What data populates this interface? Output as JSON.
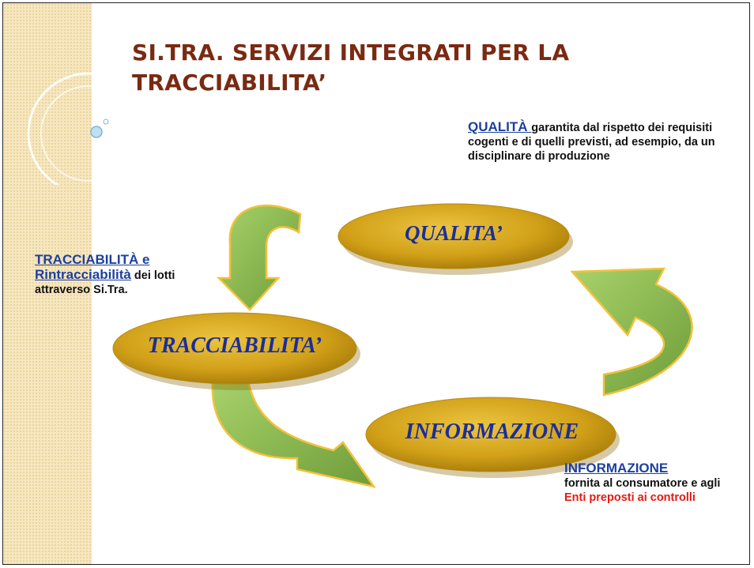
{
  "title": "SI.TRA. SERVIZI INTEGRATI PER LA TRACCIABILITA’",
  "colors": {
    "title": "#7a2a12",
    "ellipse_fill": "#d4a51a",
    "arrow_fill": "#8fbf4e",
    "ellipse_text": "#1a2e9a",
    "link": "#1c3fa0",
    "highlight": "#e31b12"
  },
  "ellipses": {
    "qualita": "QUALITA’",
    "tracciabilita": "TRACCIABILITA’",
    "informazione": "INFORMAZIONE"
  },
  "notes": {
    "qualita": {
      "link": "QUALITÀ ",
      "text": "garantita dal rispetto dei requisiti cogenti e di quelli previsti, ad esempio, da un disciplinare di produzione"
    },
    "tracciabilita": {
      "link1": "TRACCIABILITÀ e",
      "link2": "Rintracciabilità",
      "text": "dei lotti attraverso Si.Tra."
    },
    "informazione": {
      "link": "INFORMAZIONE",
      "text": "fornita al consumatore e agli",
      "highlight": "Enti preposti ai controlli"
    }
  }
}
